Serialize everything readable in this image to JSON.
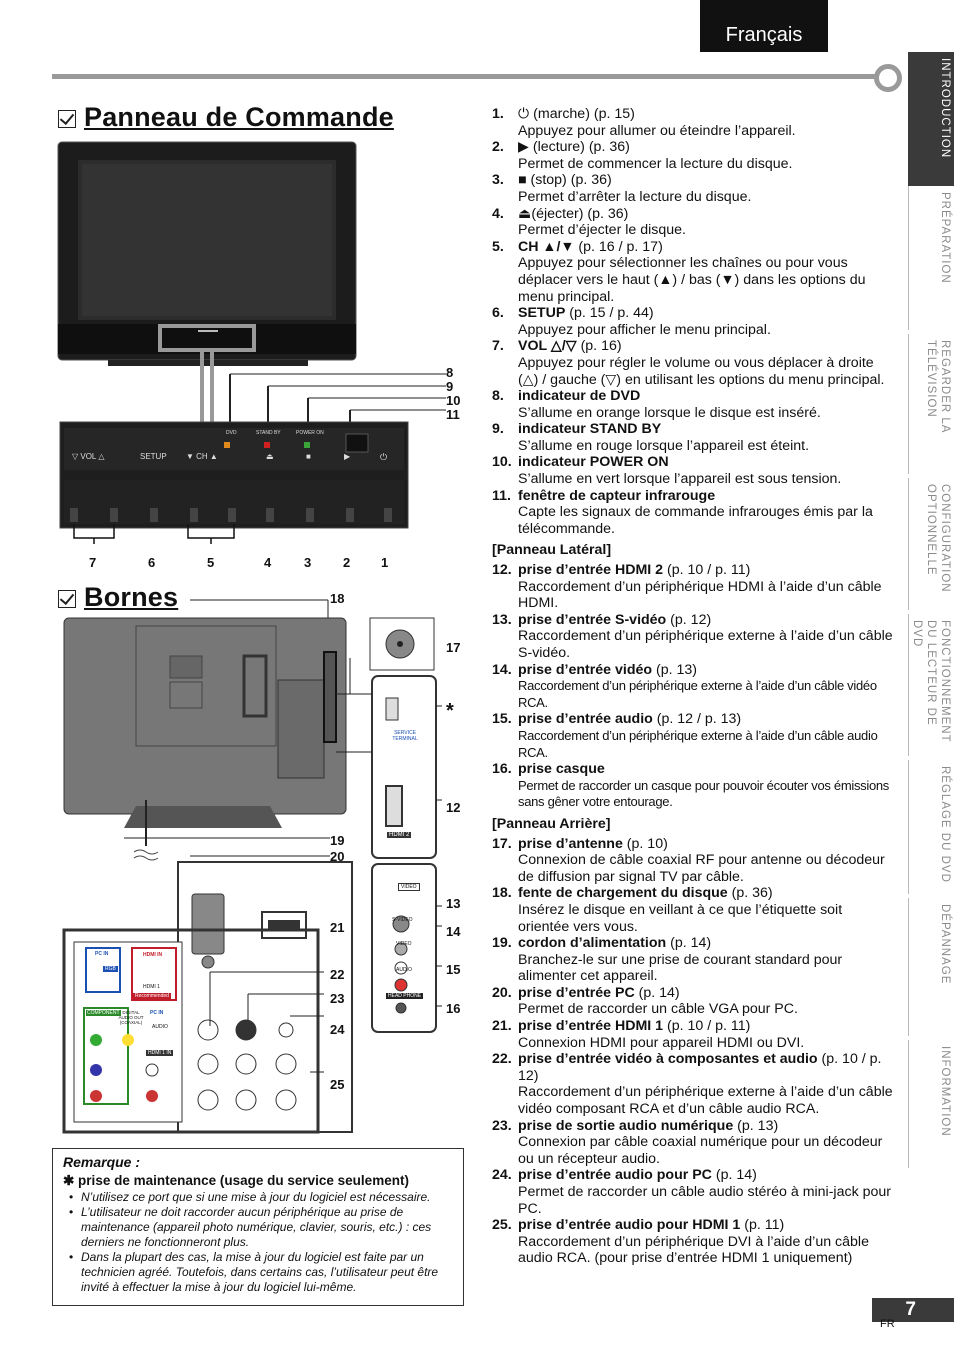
{
  "header": {
    "language": "Français"
  },
  "side_tabs": [
    {
      "label": "INTRODUCTION",
      "active": true
    },
    {
      "label": "PRÉPARATION",
      "active": false
    },
    {
      "label": "REGARDER LA TÉLÉVISION",
      "active": false
    },
    {
      "label": "CONFIGURATION OPTIONNELLE",
      "active": false
    },
    {
      "label": "FONCTIONNEMENT DU LECTEUR DE DVD",
      "active": false
    },
    {
      "label": "RÉGLAGE DU DVD",
      "active": false
    },
    {
      "label": "DÉPANNAGE",
      "active": false
    },
    {
      "label": "INFORMATION",
      "active": false
    }
  ],
  "sections": {
    "control": "Panneau de Commande",
    "terminals": "Bornes"
  },
  "panel_labels": {
    "vol": "VOL",
    "setup": "SETUP",
    "ch": "CH",
    "dvd": "DVD",
    "standby": "STAND BY",
    "poweron": "POWER ON"
  },
  "callouts_top": [
    "8",
    "9",
    "10",
    "11"
  ],
  "callouts_bottom": [
    "7",
    "6",
    "5",
    "4",
    "3",
    "2",
    "1"
  ],
  "callouts_terminals": {
    "c18": "18",
    "c17": "17",
    "star": "*",
    "c12": "12",
    "c19": "19",
    "c20": "20",
    "c13": "13",
    "c14": "14",
    "c15": "15",
    "c16": "16",
    "c21": "21",
    "c22": "22",
    "c23": "23",
    "c24": "24",
    "c25": "25"
  },
  "jack_labels": {
    "service": "SERVICE TERMINAL",
    "hdmi2": "HDMI 2",
    "video_hdr": "VIDEO",
    "svideo": "S-VIDEO",
    "video": "VIDEO",
    "audio": "AUDIO",
    "headphone": "HEAD PHONE",
    "pcin": "PC IN",
    "rgb": "RGB",
    "hdmiin": "HDMI IN",
    "hdmi1": "HDMI 1",
    "recommended": "Recommended",
    "component": "COMPONENT",
    "digital": "DIGITAL AUDIO OUT (COAXIAL)",
    "pcin2": "PC IN",
    "audio2": "AUDIO",
    "hdmi1in": "HDMI 1 IN"
  },
  "items": [
    {
      "n": "1.",
      "bold": "",
      "text": "⏻ (marche) (p. 15)",
      "desc": "Appuyez pour allumer ou éteindre l’appareil."
    },
    {
      "n": "2.",
      "bold": "",
      "text": "▶ (lecture) (p. 36)",
      "desc": "Permet de commencer la lecture du disque."
    },
    {
      "n": "3.",
      "bold": "",
      "text": "■ (stop) (p. 36)",
      "desc": "Permet d’arrêter la lecture du disque."
    },
    {
      "n": "4.",
      "bold": "",
      "text": "⏏(éjecter) (p. 36)",
      "desc": "Permet d’éjecter le disque."
    },
    {
      "n": "5.",
      "bold": "CH ▲/▼",
      "text": " (p. 16 / p. 17)",
      "desc": "Appuyez pour sélectionner les chaînes ou pour vous déplacer vers le haut (▲) / bas (▼) dans les options du menu principal."
    },
    {
      "n": "6.",
      "bold": "SETUP",
      "text": " (p. 15 / p. 44)",
      "desc": "Appuyez pour afficher le menu principal."
    },
    {
      "n": "7.",
      "bold": "VOL △/▽",
      "text": " (p. 16)",
      "desc": "Appuyez pour régler le volume ou vous déplacer à droite (△) / gauche (▽) en utilisant les options du menu principal."
    },
    {
      "n": "8.",
      "bold": "indicateur de DVD",
      "text": "",
      "desc": "S’allume en orange lorsque le disque est inséré."
    },
    {
      "n": "9.",
      "bold": "indicateur STAND BY",
      "text": "",
      "desc": "S’allume en rouge lorsque l’appareil est éteint."
    },
    {
      "n": "10.",
      "bold": "indicateur POWER ON",
      "text": "",
      "desc": "S’allume en vert lorsque l’appareil est sous tension."
    },
    {
      "n": "11.",
      "bold": "fenêtre de capteur infrarouge",
      "text": "",
      "desc": "Capte les signaux de commande infrarouges émis par la télécommande."
    }
  ],
  "side_header": "[Panneau Latéral]",
  "items_side": [
    {
      "n": "12.",
      "bold": "prise d’entrée HDMI 2",
      "text": " (p. 10 / p. 11)",
      "desc": "Raccordement d’un périphérique HDMI à l’aide d’un câble HDMI.",
      "small": false
    },
    {
      "n": "13.",
      "bold": "prise d’entrée S-vidéo",
      "text": " (p. 12)",
      "desc": "Raccordement d’un périphérique externe à l’aide d’un câble S-vidéo.",
      "small": false
    },
    {
      "n": "14.",
      "bold": "prise d’entrée vidéo",
      "text": " (p. 13)",
      "desc": "Raccordement d’un périphérique externe à l’aide d’un câble vidéo RCA.",
      "small": true
    },
    {
      "n": "15.",
      "bold": "prise d’entrée audio",
      "text": " (p. 12 / p. 13)",
      "desc": "Raccordement d’un périphérique externe à l’aide d’un câble audio RCA.",
      "small": true
    },
    {
      "n": "16.",
      "bold": "prise casque",
      "text": "",
      "desc": "Permet de raccorder un casque pour pouvoir écouter vos émissions sans gêner votre entourage.",
      "small": true
    }
  ],
  "rear_header": "[Panneau Arrière]",
  "items_rear": [
    {
      "n": "17.",
      "bold": "prise d’antenne",
      "text": " (p. 10)",
      "desc": "Connexion de câble coaxial RF pour antenne ou décodeur de diffusion par signal TV par câble.",
      "small": false
    },
    {
      "n": "18.",
      "bold": "fente de chargement du disque",
      "text": " (p. 36)",
      "desc": "Insérez le disque en veillant à ce que l’étiquette soit orientée vers vous.",
      "small": false
    },
    {
      "n": "19.",
      "bold": "cordon d’alimentation",
      "text": " (p. 14)",
      "desc": "Branchez-le sur une prise de courant standard pour alimenter cet appareil.",
      "small": false
    },
    {
      "n": "20.",
      "bold": "prise d’entrée PC",
      "text": " (p. 14)",
      "desc": "Permet de raccorder un câble VGA pour PC.",
      "small": false
    },
    {
      "n": "21.",
      "bold": "prise d’entrée HDMI 1",
      "text": " (p. 10 / p. 11)",
      "desc": "Connexion HDMI pour appareil HDMI ou DVI.",
      "small": false
    },
    {
      "n": "22.",
      "bold": "prise d’entrée vidéo à composantes et audio",
      "text": " (p. 10 / p. 12)",
      "desc": "Raccordement d’un périphérique externe à l’aide d’un câble vidéo composant RCA et d’un câble audio RCA.",
      "small": false
    },
    {
      "n": "23.",
      "bold": "prise de sortie audio numérique",
      "text": " (p. 13)",
      "desc": "Connexion par câble coaxial numérique pour un décodeur ou un récepteur audio.",
      "small": false
    },
    {
      "n": "24.",
      "bold": "prise d’entrée audio pour PC",
      "text": " (p. 14)",
      "desc": "Permet de raccorder un câble audio stéréo à mini-jack pour PC.",
      "small": false
    },
    {
      "n": "25.",
      "bold": "prise d’entrée audio pour HDMI 1",
      "text": " (p. 11)",
      "desc": "Raccordement d’un périphérique DVI à l’aide d’un câble audio RCA. (pour prise d’entrée HDMI 1 uniquement)",
      "small": false
    }
  ],
  "note": {
    "title": "Remarque :",
    "subtitle": "✱ prise de maintenance (usage du service seulement)",
    "bullets": [
      "N’utilisez ce port que si une mise à jour du logiciel est nécessaire.",
      "L’utilisateur ne doit raccorder aucun périphérique au prise de maintenance (appareil photo numérique, clavier, souris, etc.) : ces derniers ne fonctionneront plus.",
      "Dans la plupart des cas, la mise à jour du logiciel est faite par un technicien agréé. Toutefois, dans certains cas, l’utilisateur peut être invité à effectuer la mise à jour du logiciel lui-même."
    ]
  },
  "footer": {
    "page": "7",
    "lang_code": "FR"
  }
}
